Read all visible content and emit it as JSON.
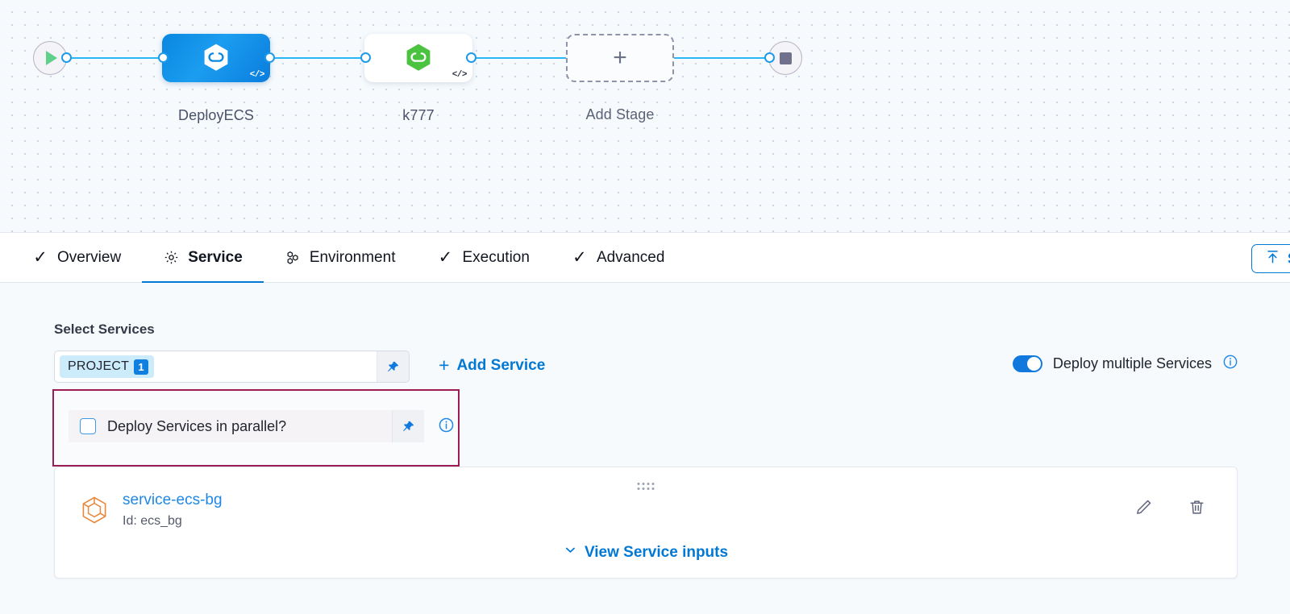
{
  "pipeline": {
    "start_node": {
      "icon": "play-icon",
      "name": "start-node"
    },
    "end_node": {
      "icon": "stop-icon",
      "name": "end-node"
    },
    "stages": [
      {
        "label": "DeployECS",
        "icon": "harness-hexagon-icon",
        "badge": "</>",
        "state": "selected"
      },
      {
        "label": "k777",
        "icon": "harness-hexagon-icon",
        "badge": "</>",
        "state": "default"
      },
      {
        "label": "Add Stage",
        "icon": "plus-icon",
        "state": "add"
      }
    ]
  },
  "tabs": [
    {
      "label": "Overview",
      "icon": "check-icon",
      "glyph": "✓",
      "active": false
    },
    {
      "label": "Service",
      "icon": "gear-icon",
      "glyph": "",
      "active": true
    },
    {
      "label": "Environment",
      "icon": "hexcluster-icon",
      "glyph": "",
      "active": false
    },
    {
      "label": "Execution",
      "icon": "check-icon",
      "glyph": "✓",
      "active": false
    },
    {
      "label": "Advanced",
      "icon": "check-icon",
      "glyph": "✓",
      "active": false
    }
  ],
  "toolbar": {
    "save_label": "S",
    "save_icon": "upload-icon"
  },
  "service_section": {
    "title": "Select Services",
    "selected_chip": {
      "label": "PROJECT",
      "count": "1"
    },
    "pin_icon": "pin-icon",
    "add_service_label": "Add Service",
    "add_service_plus": "+",
    "deploy_multiple": {
      "label": "Deploy multiple Services",
      "enabled": true,
      "info_icon": "info-icon"
    },
    "parallel": {
      "label": "Deploy Services in parallel?",
      "checked": false,
      "pin_icon": "pin-icon",
      "info_icon": "info-icon",
      "highlight_color": "#9c1c55"
    },
    "service_card": {
      "name": "service-ecs-bg",
      "id_label": "Id: ecs_bg",
      "icon": "service-hexagon-icon",
      "drag_handle": "drag-handle-icon",
      "view_inputs_label": "View Service inputs",
      "view_inputs_chevron": "⌄",
      "edit_icon": "pencil-icon",
      "delete_icon": "trash-icon"
    }
  },
  "colors": {
    "accent_blue": "#0278d5",
    "edge_blue": "#2ab7f5",
    "stage_selected": "#0a87e0",
    "service_orange": "#e8873b",
    "highlight_maroon": "#9c1c55",
    "canvas_bg": "#f6fafd",
    "panel_bg": "#f7fafc"
  }
}
